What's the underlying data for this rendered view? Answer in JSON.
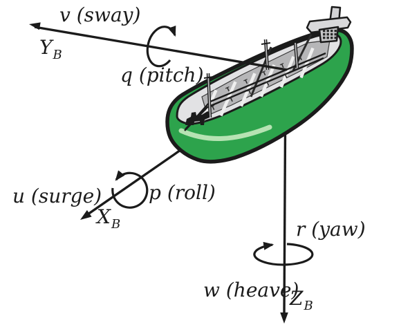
{
  "figure": {
    "background": "#ffffff",
    "description": "Ship six degrees of freedom diagram with body-fixed axes",
    "ship": {
      "name": "cargo-ship",
      "hatch_marker": "T",
      "colors": {
        "hull_green": "#2da34c",
        "bow_stripe_green": "#b6e3b3",
        "deck_gray": "#e2e2e4",
        "hatch_gray": "#b6b6b8",
        "stripe_white": "#efefef",
        "superstructure_gray": "#d8d8da",
        "outline_black": "#1b1b1b"
      }
    },
    "labels": {
      "sway": "v (sway)",
      "sway_axis": {
        "main": "Y",
        "sub": "B"
      },
      "pitch": "q (pitch)",
      "surge": "u (surge)",
      "surge_axis": {
        "main": "X",
        "sub": "B"
      },
      "roll": "p (roll)",
      "yaw": "r (yaw)",
      "heave": "w (heave)",
      "heave_axis": {
        "main": "Z",
        "sub": "B"
      }
    }
  }
}
